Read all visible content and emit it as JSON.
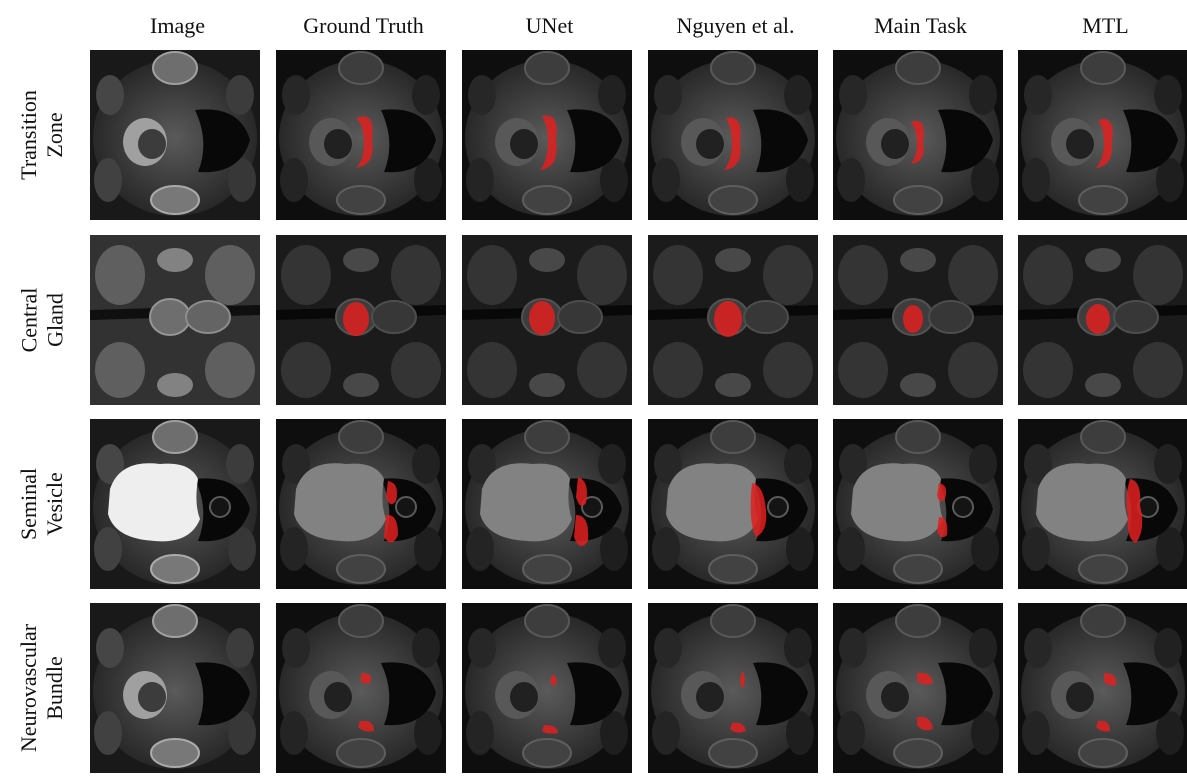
{
  "columns": [
    "Image",
    "Ground Truth",
    "UNet",
    "Nguyen et al.",
    "Main Task",
    "MTL"
  ],
  "rows": [
    {
      "label_line1": "Transition",
      "label_line2": "Zone",
      "structure": "transition-zone"
    },
    {
      "label_line1": "Central",
      "label_line2": "Gland",
      "structure": "central-gland"
    },
    {
      "label_line1": "Seminal",
      "label_line2": "Vesicle",
      "structure": "seminal-vesicle"
    },
    {
      "label_line1": "Neurovascular",
      "label_line2": "Bundle",
      "structure": "neurovascular-bundle"
    }
  ],
  "overlay_color": "#e0201f"
}
